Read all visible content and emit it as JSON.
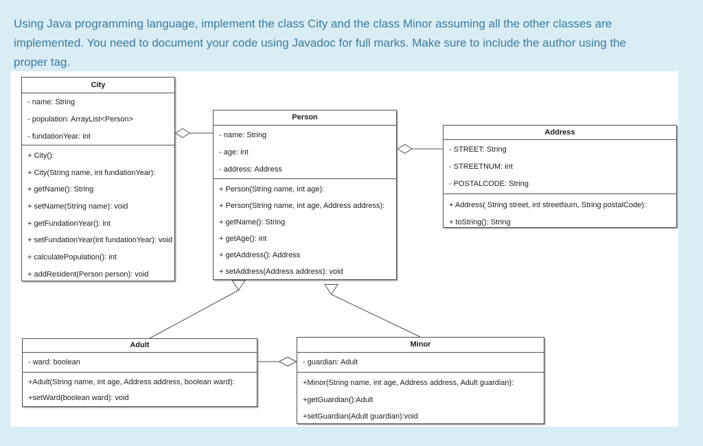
{
  "instruction": {
    "text": "Using Java programming language, implement the class City and the class Minor assuming all the other classes are implemented. You need to document your code using Javadoc for full marks. Make sure to include the author using the proper tag.",
    "lines": [
      "Using Java programming language, implement the class City and the class Minor assuming all the other classes are",
      "implemented. You need to document your code using Javadoc for full marks. Make sure to include the author using the",
      "proper tag."
    ]
  },
  "colors": {
    "page_background": "#d9edf5",
    "panel_background": "#ffffff",
    "instruction_text": "#3a7b9e",
    "box_border": "#4d4d4d",
    "box_text": "#1a1a1a"
  },
  "diagram": {
    "type": "uml-class-diagram",
    "classes": [
      {
        "name": "City",
        "attributes": [
          "- name: String",
          "- population: ArrayList<Person>",
          "- fundationYear: int"
        ],
        "methods": [
          "+ City():",
          "+ City(String name, int fundationYear):",
          "+ getName(): String",
          "+ setName(String name): void",
          "+ getFundationYear(): int",
          "+ setFundationYear(int fundationYear): void",
          "+ calculatePopulation(): int",
          "+ addResident(Person person): void"
        ]
      },
      {
        "name": "Person",
        "attributes": [
          "- name: String",
          "- age: int",
          "- address: Address"
        ],
        "methods": [
          "+ Person(String name, int age):",
          "+ Person(String name, int age, Address address):",
          "+ getName(): String",
          "+ getAge(): int",
          "+ getAddress(): Address",
          "+ setAddress(Address address): void"
        ]
      },
      {
        "name": "Address",
        "attributes": [
          "- STREET: String",
          "- STREETNUM: int",
          "- POSTALCODE: String"
        ],
        "methods": [
          "+ Address( String street, int streetNum, String postalCode):",
          "+ toString(): String"
        ]
      },
      {
        "name": "Adult",
        "attributes": [
          "- ward: boolean"
        ],
        "methods": [
          "+Adult(String name, int age, Address address, boolean ward):",
          "+setWard(boolean ward): void"
        ]
      },
      {
        "name": "Minor",
        "attributes": [
          "- guardian: Adult"
        ],
        "methods": [
          "+Minor(String name, int age, Address address, Adult guardian):",
          "+getGuardian():Adult",
          "+setGuardian(Adult guardian):void"
        ]
      }
    ],
    "relations": [
      {
        "type": "aggregation",
        "from": "City",
        "to": "Person",
        "diamond_at": "City"
      },
      {
        "type": "aggregation",
        "from": "Person",
        "to": "Address",
        "diamond_at": "Person"
      },
      {
        "type": "generalization",
        "subclass": "Adult",
        "superclass": "Person"
      },
      {
        "type": "generalization",
        "subclass": "Minor",
        "superclass": "Person"
      },
      {
        "type": "aggregation",
        "from": "Adult",
        "to": "Minor",
        "diamond_at": "Minor"
      }
    ]
  }
}
